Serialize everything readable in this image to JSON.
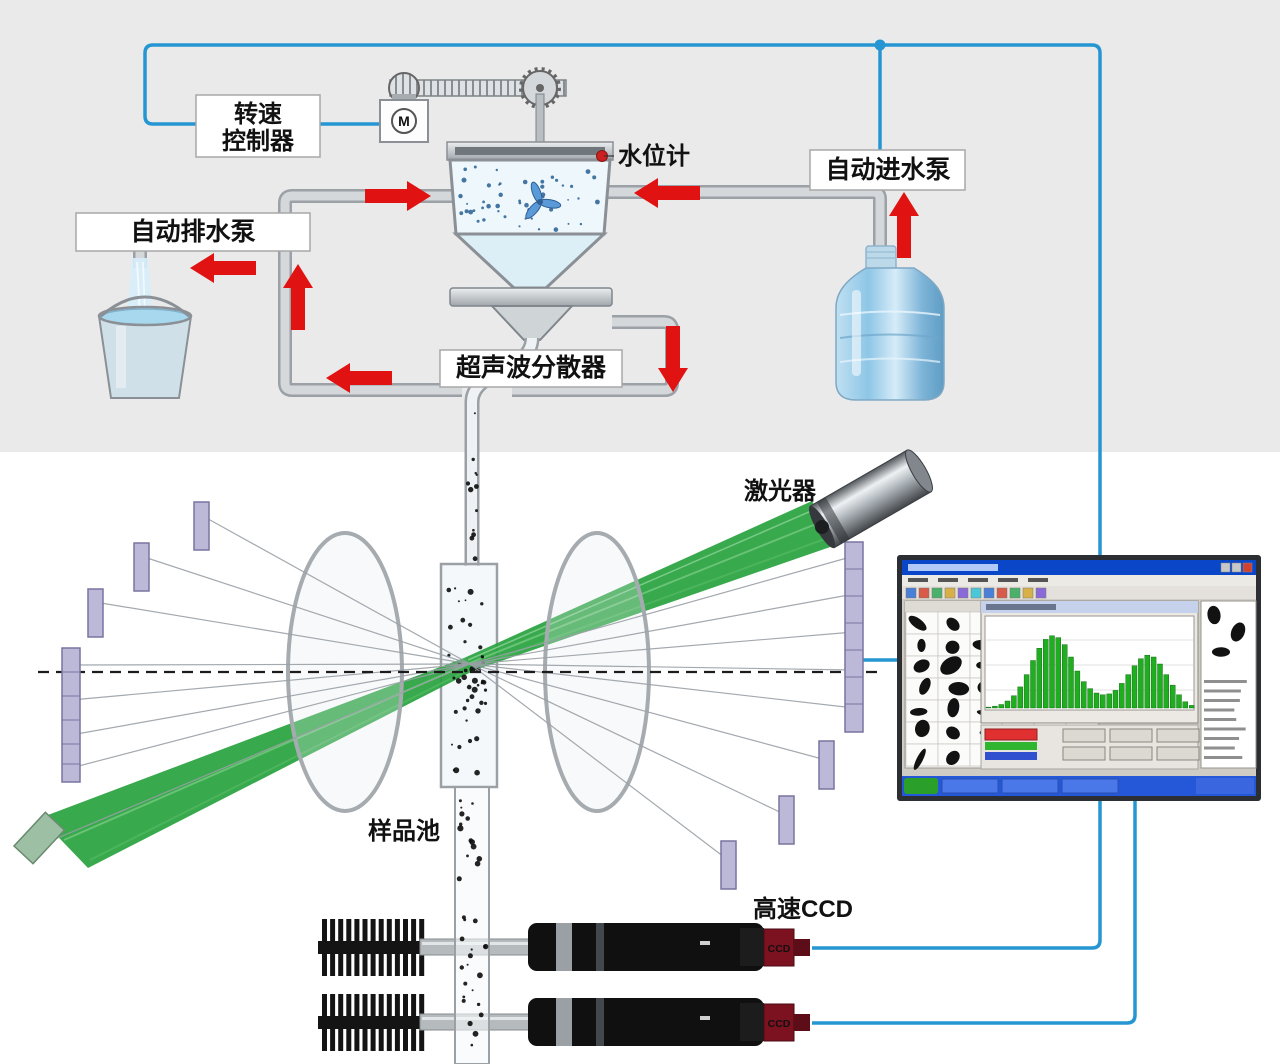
{
  "diagram": {
    "labels": {
      "speed_controller_line1": "转速",
      "speed_controller_line2": "控制器",
      "motor": "M",
      "water_level_gauge": "水位计",
      "auto_inlet_pump": "自动进水泵",
      "auto_drain_pump": "自动排水泵",
      "ultrasonic_disperser": "超声波分散器",
      "laser": "激光器",
      "sample_cell": "样品池",
      "high_speed_ccd": "高速CCD",
      "ccd_module": "CCD"
    }
  },
  "screen": {
    "histogram": {
      "type": "bar",
      "values": [
        1,
        2,
        4,
        8,
        14,
        24,
        38,
        54,
        68,
        78,
        82,
        80,
        72,
        58,
        42,
        30,
        22,
        17,
        15,
        16,
        20,
        28,
        38,
        48,
        56,
        60,
        58,
        50,
        38,
        26,
        15,
        7,
        3
      ],
      "color": "#1fae1f",
      "background": "#ffffff",
      "legend_colors": [
        "#e03030",
        "#2fb52f",
        "#3050d0"
      ]
    }
  },
  "colors": {
    "pipe_blue": "#2596d2",
    "arrow_red": "#e01212",
    "beam_green": "#27a23e",
    "detector_lavender": "#bcb9d8",
    "background_top": "#eaeaea"
  }
}
